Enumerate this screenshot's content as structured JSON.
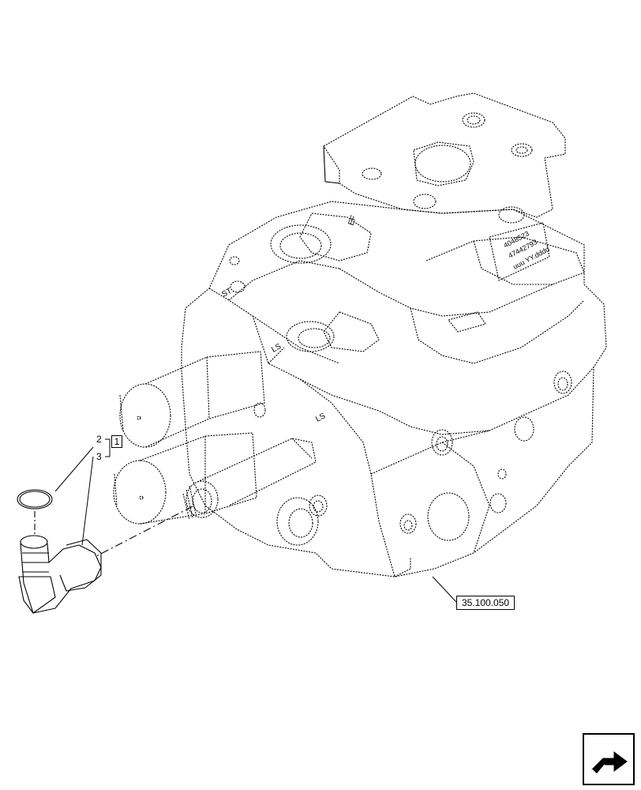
{
  "diagram": {
    "callouts": {
      "item_2": "2",
      "item_3": "3",
      "group_box": "1",
      "reference": "35.100.050"
    },
    "part_markings": {
      "stamp_line_1": "4048523",
      "stamp_line_2": "47442793",
      "stamp_line_3": "uuu YY.dddd",
      "section_a": "EF",
      "section_b": "ST",
      "section_c": "LS",
      "section_d": "LS"
    },
    "icons": {
      "navigation": "next-page-arrow-icon"
    }
  }
}
